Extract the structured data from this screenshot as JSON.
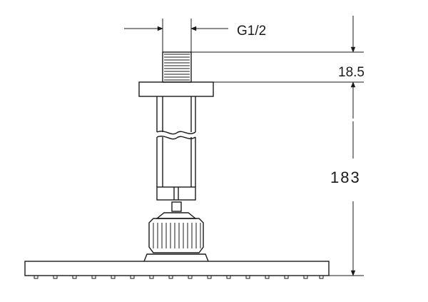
{
  "dimensions": {
    "thread": "G1/2",
    "thread_height": "18.5",
    "total_height": "183"
  },
  "colors": {
    "line": "#1a1a1a",
    "background": "#ffffff"
  }
}
